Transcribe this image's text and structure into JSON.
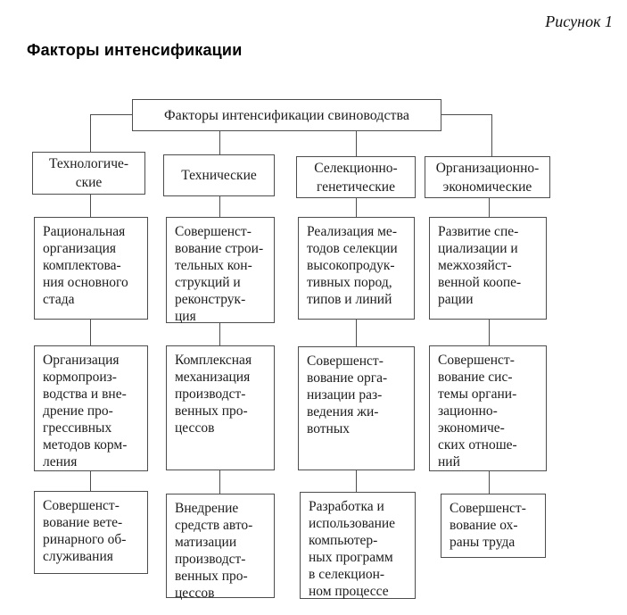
{
  "figure_label": "Рисунок 1",
  "page_heading": "Факторы интенсификации",
  "diagram": {
    "root": "Факторы интенсификации свиноводства",
    "columns": [
      {
        "header": "Технологиче-\nские",
        "boxes": [
          "Рациональная\nорганизация\nкомплектова-\nния основного\nстада",
          "Организация\nкормопроиз-\nводства и вне-\nдрение про-\nгрессивных\nметодов корм-\nления",
          "Совершенст-\nвование вете-\nринарного об-\nслуживания"
        ]
      },
      {
        "header": "Технические",
        "boxes": [
          "Совершенст-\nвование строи-\nтельных кон-\nструкций и\nреконструк-\nция",
          "Комплексная\nмеханизация\nпроизводст-\nвенных про-\nцессов",
          "Внедрение\nсредств авто-\nматизации\nпроизводст-\nвенных про-\nцессов"
        ]
      },
      {
        "header": "Селекционно-\nгенетические",
        "boxes": [
          "Реализация ме-\nтодов селекции\nвысокопродук-\nтивных пород,\nтипов и линий",
          "Совершенст-\nвование орга-\nнизации раз-\nведения жи-\nвотных",
          "Разработка и\nиспользование\nкомпьютер-\nных программ\nв селекцион-\nном процессе"
        ]
      },
      {
        "header": "Организационно-\nэкономические",
        "boxes": [
          "Развитие спе-\nциализации и\nмежхозяйст-\nвенной коопе-\nрации",
          "Совершенст-\nвование сис-\nтемы органи-\nзационно-\nэкономиче-\nских отноше-\nний",
          "Совершенст-\nвование ох-\nраны труда"
        ]
      }
    ],
    "colors": {
      "border": "#4d4d4d",
      "text": "#1c1c1c",
      "background": "#ffffff"
    }
  }
}
